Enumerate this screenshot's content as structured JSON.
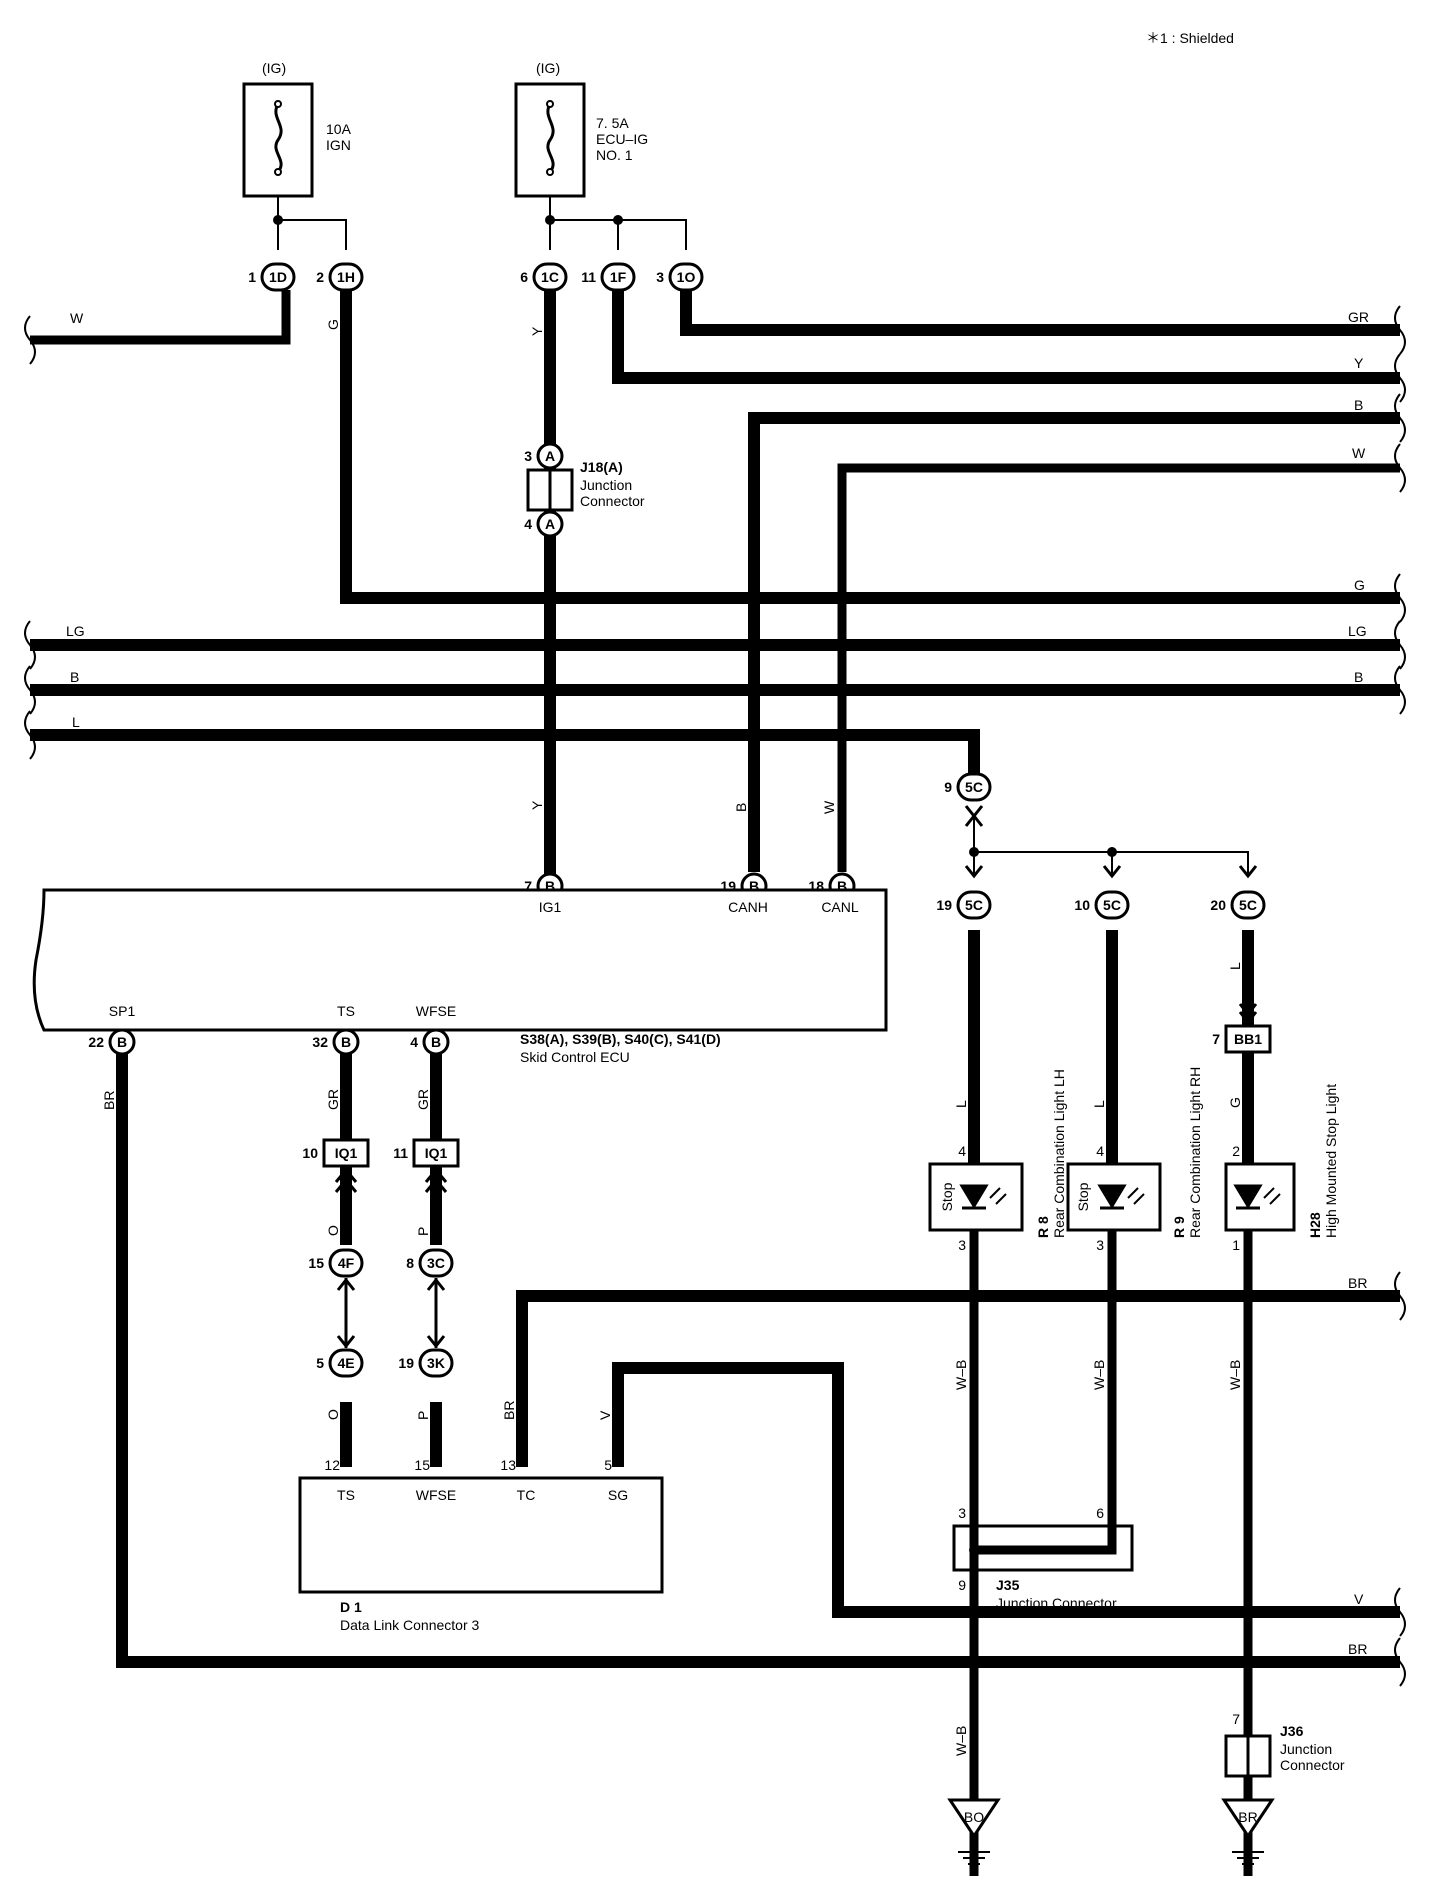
{
  "note": "＊1 : Shielded",
  "fuses": [
    {
      "supply": "(IG)",
      "line1": "10A",
      "line2": "IGN",
      "line3": ""
    },
    {
      "supply": "(IG)",
      "line1": "7. 5A",
      "line2": "ECU–IG",
      "line3": "NO. 1"
    }
  ],
  "pins": [
    {
      "num": "1",
      "label": "1D"
    },
    {
      "num": "2",
      "label": "1H"
    },
    {
      "num": "6",
      "label": "1C"
    },
    {
      "num": "11",
      "label": "1F"
    },
    {
      "num": "3",
      "label": "1O"
    },
    {
      "num": "3",
      "label": "A"
    },
    {
      "num": "4",
      "label": "A"
    },
    {
      "num": "9",
      "label": "5C"
    },
    {
      "num": "7",
      "label": "B"
    },
    {
      "num": "19",
      "label": "B"
    },
    {
      "num": "18",
      "label": "B"
    },
    {
      "num": "19",
      "label": "5C"
    },
    {
      "num": "10",
      "label": "5C"
    },
    {
      "num": "20",
      "label": "5C"
    },
    {
      "num": "22",
      "label": "B"
    },
    {
      "num": "32",
      "label": "B"
    },
    {
      "num": "4",
      "label": "B"
    },
    {
      "num": "15",
      "label": "4F"
    },
    {
      "num": "8",
      "label": "3C"
    },
    {
      "num": "5",
      "label": "4E"
    },
    {
      "num": "19",
      "label": "3K"
    }
  ],
  "rect_connectors": [
    {
      "num": "10",
      "label": "IQ1"
    },
    {
      "num": "11",
      "label": "IQ1"
    },
    {
      "num": "7",
      "label": "BB1"
    }
  ],
  "wire_colors": {
    "left_w": "W",
    "h1_g": "G",
    "c1_y": "Y",
    "c1_y2": "Y",
    "right_gr": "GR",
    "right_y": "Y",
    "right_b": "B",
    "right_w": "W",
    "right_g": "G",
    "lg_left": "LG",
    "lg_right": "LG",
    "b_left": "B",
    "b_right": "B",
    "l_left": "L",
    "canh_b": "B",
    "canl_w": "W",
    "r8_l": "L",
    "r9_l": "L",
    "h28_l": "L",
    "h28_g": "G",
    "ts_gr": "GR",
    "wfse_gr": "GR",
    "ts_o": "O",
    "wfse_p": "P",
    "ts_o2": "O",
    "wfse_p2": "P",
    "tc_br": "BR",
    "sg_v": "V",
    "sp1_br": "BR",
    "r8_wb": "W–B",
    "r9_wb": "W–B",
    "h28_wb": "W–B",
    "j35_wb": "W–B",
    "right_br1": "BR",
    "right_v": "V",
    "right_br2": "BR"
  },
  "j18": {
    "code": "J18(A)",
    "name_line1": "Junction",
    "name_line2": "Connector"
  },
  "ecu": {
    "pins_top": [
      "IG1",
      "CANH",
      "CANL"
    ],
    "pins_bottom": [
      "SP1",
      "TS",
      "WFSE"
    ],
    "code": "S38(A), S39(B), S40(C), S41(D)",
    "name": "Skid Control ECU"
  },
  "lamps": [
    {
      "stop": "Stop",
      "code": "R 8",
      "name": "Rear Combination Light LH",
      "pin_top": "4",
      "pin_bottom": "3"
    },
    {
      "stop": "Stop",
      "code": "R 9",
      "name": "Rear Combination Light RH",
      "pin_top": "4",
      "pin_bottom": "3"
    },
    {
      "stop": "",
      "code": "H28",
      "name": "High Mounted Stop Light",
      "pin_top": "2",
      "pin_bottom": "1"
    }
  ],
  "dlc": {
    "pins": [
      {
        "num": "12",
        "name": "TS"
      },
      {
        "num": "15",
        "name": "WFSE"
      },
      {
        "num": "13",
        "name": "TC"
      },
      {
        "num": "5",
        "name": "SG"
      }
    ],
    "code": "D 1",
    "name": "Data Link Connector 3"
  },
  "j35": {
    "pin_a": "3",
    "pin_b": "6",
    "pin_c": "9",
    "code": "J35",
    "name": "Junction Connector"
  },
  "j36": {
    "pin": "7",
    "code": "J36",
    "name_line1": "Junction",
    "name_line2": "Connector"
  },
  "grounds": [
    "BO",
    "BR"
  ]
}
